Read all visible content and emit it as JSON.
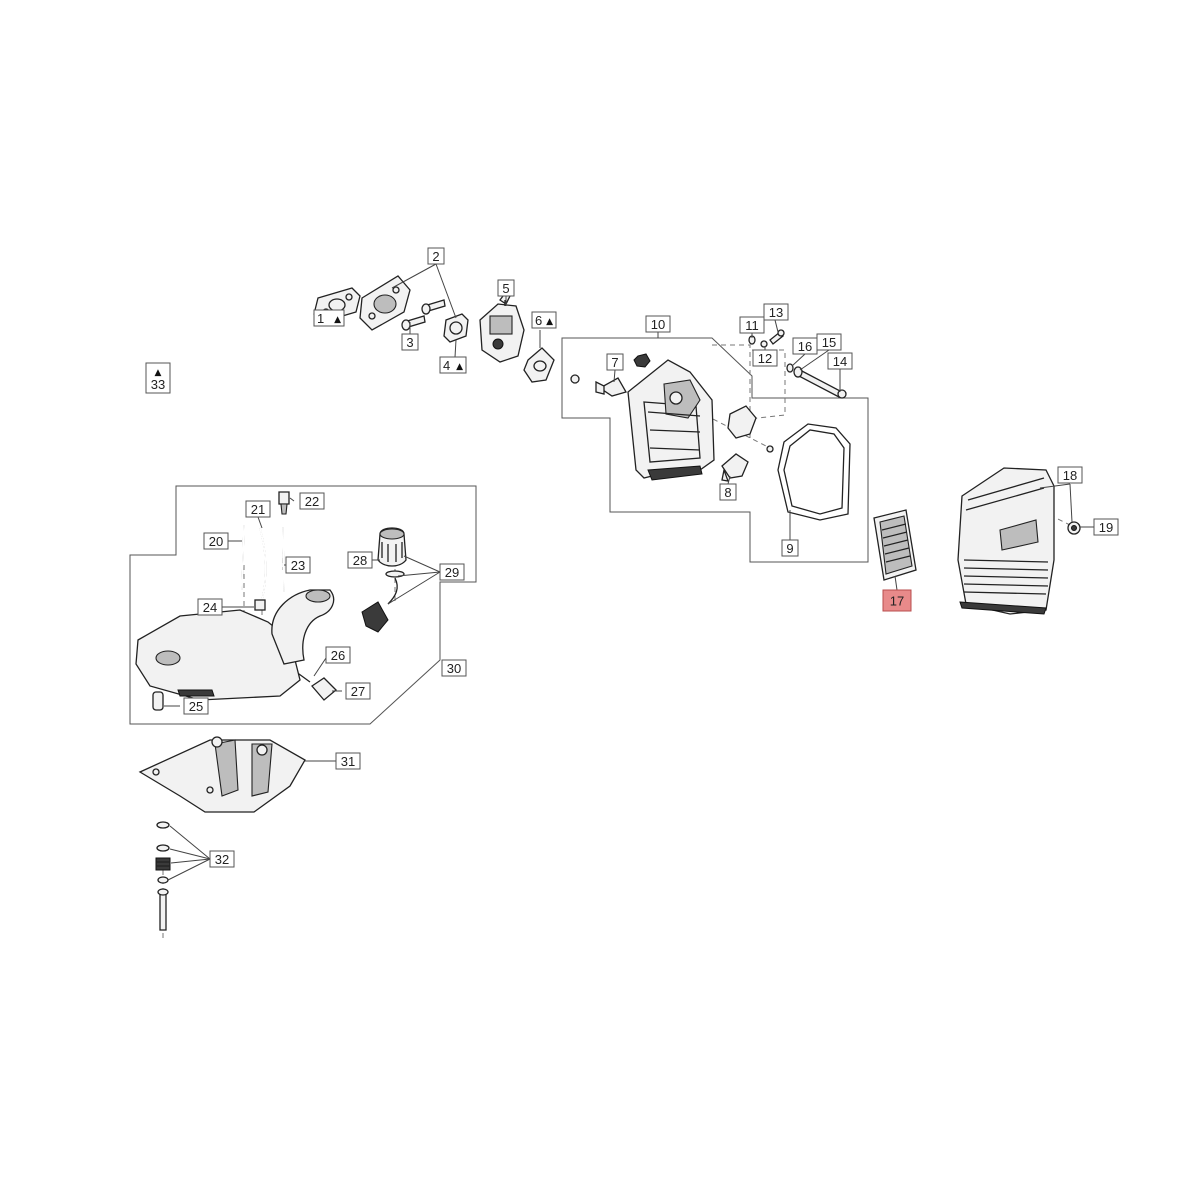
{
  "diagram": {
    "highlight_color": "#e88a8a",
    "callouts": [
      {
        "id": "c1",
        "label": "1",
        "mark": "▲"
      },
      {
        "id": "c2",
        "label": "2",
        "mark": ""
      },
      {
        "id": "c3",
        "label": "3",
        "mark": ""
      },
      {
        "id": "c4",
        "label": "4",
        "mark": "▲"
      },
      {
        "id": "c5",
        "label": "5",
        "mark": ""
      },
      {
        "id": "c6",
        "label": "6",
        "mark": "▲"
      },
      {
        "id": "c7",
        "label": "7",
        "mark": ""
      },
      {
        "id": "c8",
        "label": "8",
        "mark": ""
      },
      {
        "id": "c9",
        "label": "9",
        "mark": ""
      },
      {
        "id": "c10",
        "label": "10",
        "mark": ""
      },
      {
        "id": "c11",
        "label": "11",
        "mark": ""
      },
      {
        "id": "c12",
        "label": "12",
        "mark": ""
      },
      {
        "id": "c13",
        "label": "13",
        "mark": ""
      },
      {
        "id": "c14",
        "label": "14",
        "mark": ""
      },
      {
        "id": "c15",
        "label": "15",
        "mark": ""
      },
      {
        "id": "c16",
        "label": "16",
        "mark": ""
      },
      {
        "id": "c17",
        "label": "17",
        "mark": "",
        "highlighted": true
      },
      {
        "id": "c18",
        "label": "18",
        "mark": ""
      },
      {
        "id": "c19",
        "label": "19",
        "mark": ""
      },
      {
        "id": "c20",
        "label": "20",
        "mark": ""
      },
      {
        "id": "c21",
        "label": "21",
        "mark": ""
      },
      {
        "id": "c22",
        "label": "22",
        "mark": ""
      },
      {
        "id": "c23",
        "label": "23",
        "mark": ""
      },
      {
        "id": "c24",
        "label": "24",
        "mark": ""
      },
      {
        "id": "c25",
        "label": "25",
        "mark": ""
      },
      {
        "id": "c26",
        "label": "26",
        "mark": ""
      },
      {
        "id": "c27",
        "label": "27",
        "mark": ""
      },
      {
        "id": "c28",
        "label": "28",
        "mark": ""
      },
      {
        "id": "c29",
        "label": "29",
        "mark": ""
      },
      {
        "id": "c30",
        "label": "30",
        "mark": ""
      },
      {
        "id": "c31",
        "label": "31",
        "mark": ""
      },
      {
        "id": "c32",
        "label": "32",
        "mark": ""
      },
      {
        "id": "c33",
        "label": "33",
        "mark": "▲"
      }
    ]
  }
}
